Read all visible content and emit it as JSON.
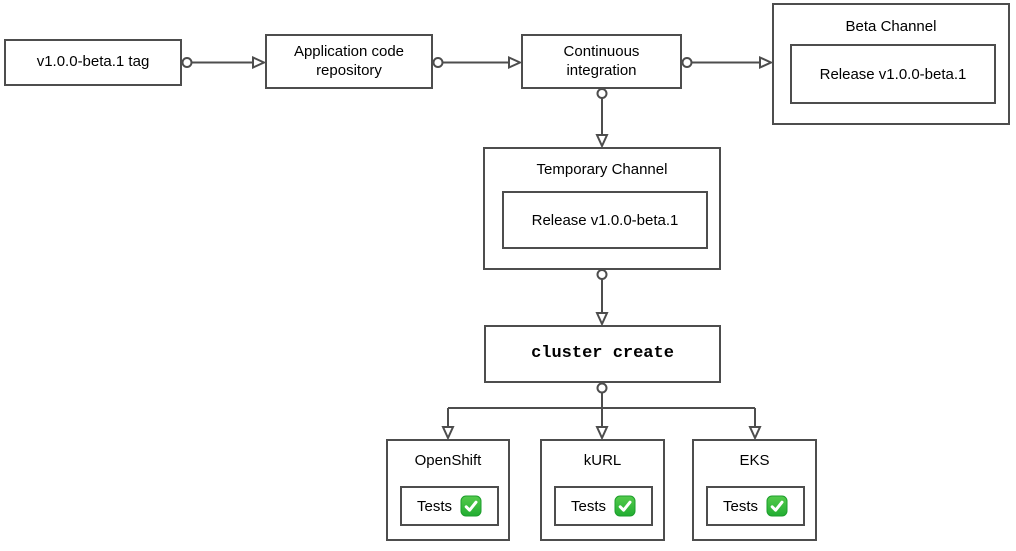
{
  "colors": {
    "border": "#4d4d4d",
    "connector": "#4d4d4d",
    "background": "#ffffff",
    "text": "#000000",
    "check_green_top": "#55cb4c",
    "check_green_bottom": "#21ad32",
    "check_border": "#1d9e2c",
    "check_mark": "#ffffff"
  },
  "nodes": {
    "tag": {
      "label": "v1.0.0-beta.1 tag"
    },
    "repo": {
      "label": "Application code\nrepository"
    },
    "ci": {
      "label": "Continuous\nintegration"
    },
    "beta_channel": {
      "title": "Beta Channel",
      "release_label": "Release v1.0.0-beta.1"
    },
    "temporary_channel": {
      "title": "Temporary Channel",
      "release_label": "Release v1.0.0-beta.1"
    },
    "cluster_create": {
      "label": "cluster create"
    },
    "clusters": [
      {
        "title": "OpenShift",
        "tests_label": "Tests",
        "status_icon": "white-check-mark"
      },
      {
        "title": "kURL",
        "tests_label": "Tests",
        "status_icon": "white-check-mark"
      },
      {
        "title": "EKS",
        "tests_label": "Tests",
        "status_icon": "white-check-mark"
      }
    ]
  }
}
